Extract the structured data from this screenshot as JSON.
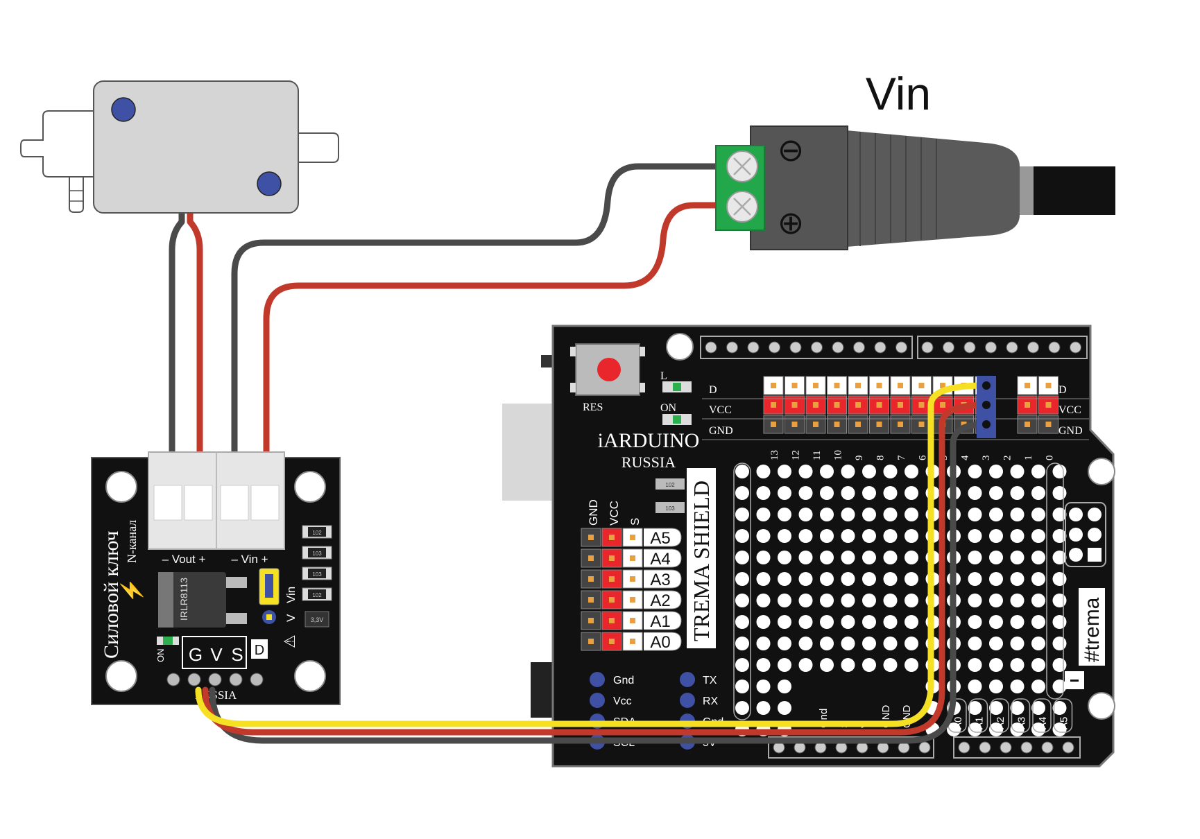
{
  "vin_label": "Vin",
  "colors": {
    "wire_black": "#4a4a4a",
    "wire_red": "#c0392b",
    "wire_yellow": "#f5e024",
    "board": "#111111",
    "header_red": "#e8262b",
    "header_blue": "#3f51a5",
    "terminal_green": "#22a84a"
  },
  "icons": [
    "solenoid-valve-icon",
    "dc-barrel-jack-icon",
    "minus-icon",
    "plus-icon",
    "lightning-icon",
    "warning-icon"
  ],
  "power_jack": {
    "minus": "⊖",
    "plus": "⊕"
  },
  "key_module": {
    "title": "Силовой ключ",
    "subtitle": "N-канал",
    "vout_label": "– Vout +",
    "vin_label": "– Vin +",
    "chip": "IRLR8113",
    "jumper_vin": "Vin",
    "jumper_v": "V",
    "pins": [
      "G",
      "V",
      "S"
    ],
    "d_label": "D",
    "on_label": "ON",
    "brand": "RUSSIA",
    "smd": [
      "102",
      "103",
      "103",
      "102"
    ],
    "reg": "3,3V"
  },
  "shield": {
    "res_label": "RES",
    "led_l": "L",
    "led_on": "ON",
    "brand": "iARDUINO",
    "brand_sub": "RUSSIA",
    "name": "TREMA SHIELD",
    "trema": "#trema",
    "row_labels": [
      "D",
      "VCC",
      "GND"
    ],
    "digital_pins": [
      "13",
      "12",
      "11",
      "10",
      "9",
      "8",
      "7",
      "6",
      "5",
      "4",
      "3",
      "2",
      "1",
      "0"
    ],
    "analog_header": [
      "GND",
      "VCC",
      "S"
    ],
    "analog_pins": [
      "A5",
      "A4",
      "A3",
      "A2",
      "A1",
      "A0"
    ],
    "i2c_left": [
      "Gnd",
      "Vcc",
      "SDA",
      "SCL"
    ],
    "uart": [
      "TX",
      "RX",
      "Gnd",
      "5V"
    ],
    "bottom_left": [
      "Gnd",
      "S",
      "V",
      "GND",
      "GND"
    ],
    "bottom_analog": [
      "A0",
      "A1",
      "A2",
      "A3",
      "A4",
      "A5"
    ],
    "smd": [
      "102",
      "103"
    ]
  }
}
